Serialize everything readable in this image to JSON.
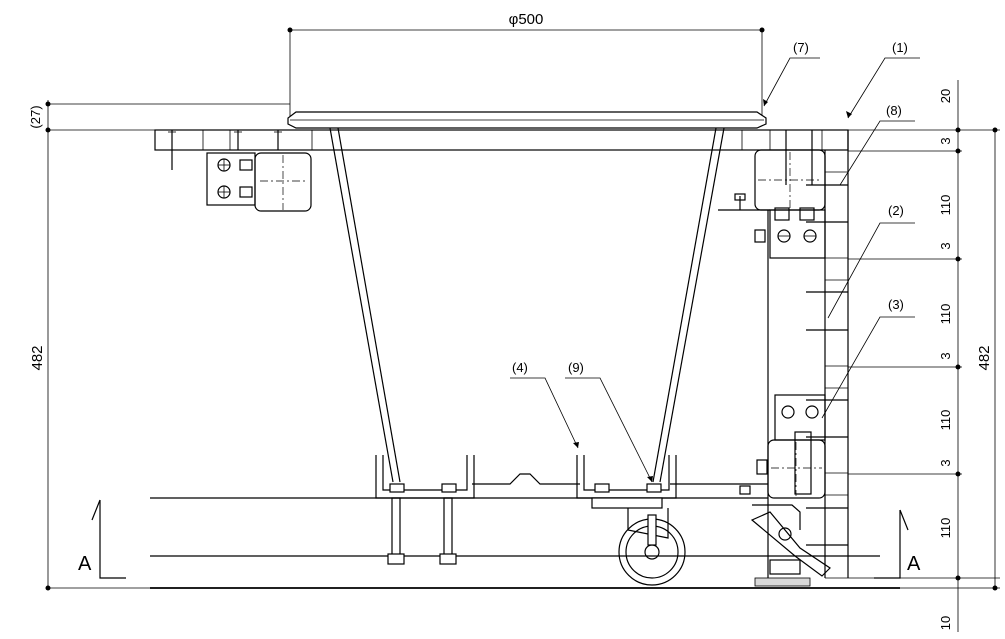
{
  "dimensions": {
    "top_width": "φ500",
    "left_total": "482",
    "right_total": "482",
    "left_offset": "(27)",
    "right_stack": [
      "20",
      "3",
      "110",
      "3",
      "110",
      "3",
      "110",
      "3",
      "110",
      "10"
    ]
  },
  "callouts": [
    "(1)",
    "(2)",
    "(3)",
    "(4)",
    "(7)",
    "(8)",
    "(9)"
  ],
  "section_marks": {
    "left": "A",
    "right": "A"
  }
}
